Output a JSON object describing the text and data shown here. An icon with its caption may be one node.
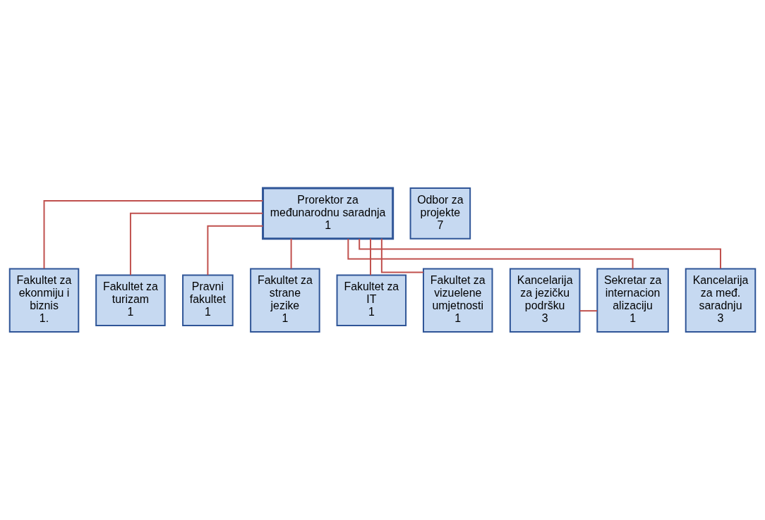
{
  "diagram": {
    "nodes": [
      {
        "text": [
          "Prorektor za međunarodnu saradnja",
          "1"
        ]
      },
      {
        "text": [
          "Odbor za projekte",
          "7"
        ]
      },
      {
        "text": [
          "Kancelarija za jezičku podršku",
          "3"
        ]
      },
      {
        "text": [
          "Sekretar za internacion alizaciju",
          "1"
        ]
      },
      {
        "text": [
          "Kancelarija za međ. saradnju",
          "3"
        ]
      },
      {
        "text": [
          "Fakultet za ekonmiju i biznis",
          "1."
        ]
      },
      {
        "text": [
          "Fakultet za turizam",
          "1"
        ]
      },
      {
        "text": [
          "Pravni fakultet",
          "1"
        ]
      },
      {
        "text": [
          "Fakultet za strane jezike",
          "1"
        ]
      },
      {
        "text": [
          "Fakultet za IT",
          "1"
        ]
      },
      {
        "text": [
          "Fakultet za vizuelene umjetnosti",
          "1"
        ]
      }
    ],
    "edges": [
      {
        "from": 0,
        "to": 3,
        "arrow": "none"
      },
      {
        "from": 0,
        "to": 4,
        "arrow": "none"
      },
      {
        "from": 2,
        "to": 3,
        "arrow": "none"
      },
      {
        "from": 0,
        "to": 5,
        "arrow": "none"
      },
      {
        "from": 0,
        "to": 6,
        "arrow": "none"
      },
      {
        "from": 0,
        "to": 7,
        "arrow": "none"
      },
      {
        "from": 0,
        "to": 8,
        "arrow": "none"
      },
      {
        "from": 0,
        "to": 9,
        "arrow": "none"
      },
      {
        "from": 0,
        "to": 10,
        "arrow": "none"
      }
    ]
  }
}
